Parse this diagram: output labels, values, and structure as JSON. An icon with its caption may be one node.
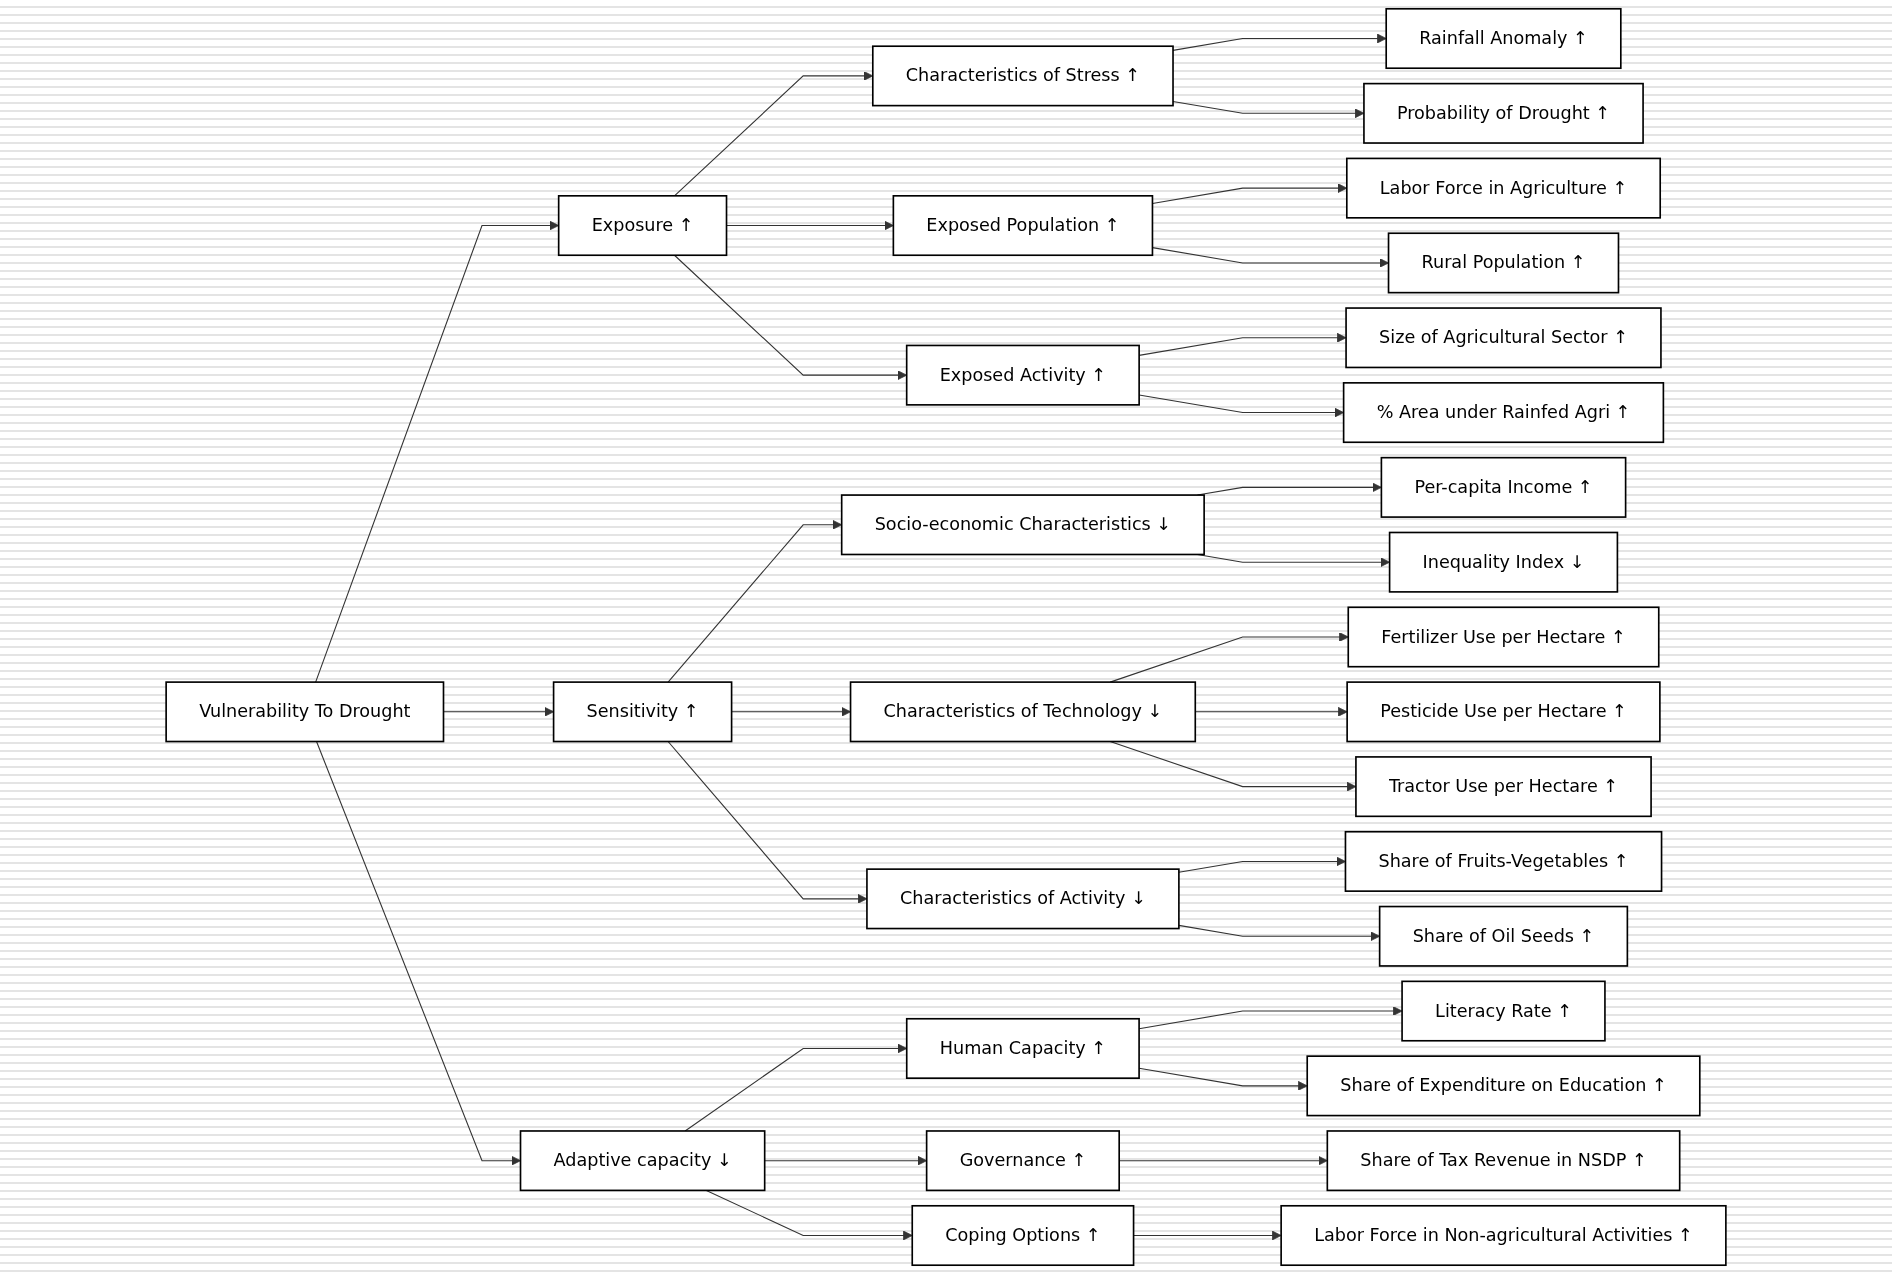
{
  "diagram": {
    "nodes": [
      {
        "text": [
          "Vulnerability To Drought"
        ]
      },
      {
        "text": [
          "Exposure ↑"
        ]
      },
      {
        "text": [
          "Characteristics of Stress ↑"
        ]
      },
      {
        "text": [
          "Rainfall Anomaly ↑"
        ]
      },
      {
        "text": [
          "Probability of Drought ↑"
        ]
      },
      {
        "text": [
          "Exposed Population ↑"
        ]
      },
      {
        "text": [
          "Labor Force in Agriculture ↑"
        ]
      },
      {
        "text": [
          "Rural Population ↑"
        ]
      },
      {
        "text": [
          "Exposed Activity ↑"
        ]
      },
      {
        "text": [
          "Size of Agricultural Sector ↑"
        ]
      },
      {
        "text": [
          "% Area under Rainfed Agri ↑"
        ]
      },
      {
        "text": [
          "Sensitivity ↑"
        ]
      },
      {
        "text": [
          "Socio-economic Characteristics ↓"
        ]
      },
      {
        "text": [
          "Per-capita Income ↑"
        ]
      },
      {
        "text": [
          "Inequality Index ↓"
        ]
      },
      {
        "text": [
          "Characteristics of Technology ↓"
        ]
      },
      {
        "text": [
          "Fertilizer Use per Hectare ↑"
        ]
      },
      {
        "text": [
          "Pesticide Use per Hectare ↑"
        ]
      },
      {
        "text": [
          "Tractor Use per Hectare ↑"
        ]
      },
      {
        "text": [
          "Characteristics of Activity ↓"
        ]
      },
      {
        "text": [
          "Share of Fruits-Vegetables ↑"
        ]
      },
      {
        "text": [
          "Share of Oil Seeds ↑"
        ]
      },
      {
        "text": [
          "Adaptive capacity ↓"
        ]
      },
      {
        "text": [
          "Human Capacity ↑"
        ]
      },
      {
        "text": [
          "Literacy Rate ↑"
        ]
      },
      {
        "text": [
          "Share of Expenditure on Education ↑"
        ]
      },
      {
        "text": [
          "Governance ↑"
        ]
      },
      {
        "text": [
          "Share of Tax Revenue in NSDP ↑"
        ]
      },
      {
        "text": [
          "Coping Options ↑"
        ]
      },
      {
        "text": [
          "Labor Force in Non-agricultural Activities ↑"
        ]
      }
    ],
    "edges": [
      {
        "from": 0,
        "to": 1,
        "arrow": "to"
      },
      {
        "from": 0,
        "to": 11,
        "arrow": "to"
      },
      {
        "from": 0,
        "to": 22,
        "arrow": "to"
      },
      {
        "from": 1,
        "to": 2,
        "arrow": "to"
      },
      {
        "from": 1,
        "to": 5,
        "arrow": "to"
      },
      {
        "from": 1,
        "to": 8,
        "arrow": "to"
      },
      {
        "from": 2,
        "to": 3,
        "arrow": "to"
      },
      {
        "from": 2,
        "to": 4,
        "arrow": "to"
      },
      {
        "from": 5,
        "to": 6,
        "arrow": "to"
      },
      {
        "from": 5,
        "to": 7,
        "arrow": "to"
      },
      {
        "from": 8,
        "to": 9,
        "arrow": "to"
      },
      {
        "from": 8,
        "to": 10,
        "arrow": "to"
      },
      {
        "from": 11,
        "to": 12,
        "arrow": "to"
      },
      {
        "from": 11,
        "to": 15,
        "arrow": "to"
      },
      {
        "from": 11,
        "to": 19,
        "arrow": "to"
      },
      {
        "from": 12,
        "to": 13,
        "arrow": "to"
      },
      {
        "from": 12,
        "to": 14,
        "arrow": "to"
      },
      {
        "from": 15,
        "to": 16,
        "arrow": "to"
      },
      {
        "from": 15,
        "to": 17,
        "arrow": "to"
      },
      {
        "from": 15,
        "to": 18,
        "arrow": "to"
      },
      {
        "from": 19,
        "to": 20,
        "arrow": "to"
      },
      {
        "from": 19,
        "to": 21,
        "arrow": "to"
      },
      {
        "from": 22,
        "to": 23,
        "arrow": "to"
      },
      {
        "from": 22,
        "to": 26,
        "arrow": "to"
      },
      {
        "from": 22,
        "to": 28,
        "arrow": "to"
      },
      {
        "from": 23,
        "to": 24,
        "arrow": "to"
      },
      {
        "from": 23,
        "to": 25,
        "arrow": "to"
      },
      {
        "from": 26,
        "to": 27,
        "arrow": "to"
      },
      {
        "from": 28,
        "to": 29,
        "arrow": "to"
      }
    ]
  }
}
